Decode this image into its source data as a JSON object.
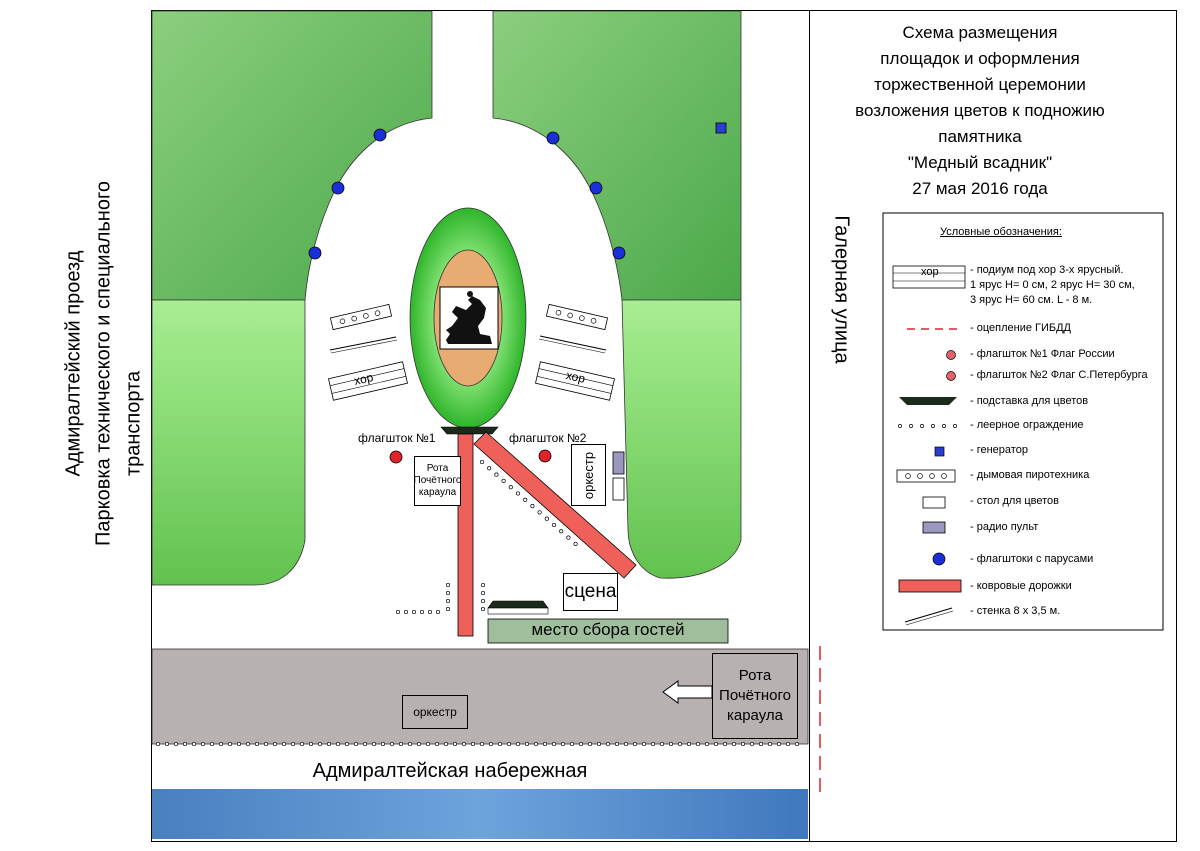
{
  "title": {
    "lines": [
      "Схема размещения",
      "площадок и оформления",
      "торжественной церемонии",
      "возложения цветов к подножию",
      "памятника",
      "\"Медный всадник\"",
      "27 мая 2016 года"
    ]
  },
  "streets": {
    "left_1": "Адмиралтейский проезд",
    "left_2": "Парковка технического и специального",
    "left_3": "транспорта",
    "right": "Галерная улица",
    "bottom": "Адмиралтейская набережная"
  },
  "map": {
    "flagpole_1": "флагшток №1",
    "flagpole_2": "флагшток №2",
    "guard_1": [
      "Рота",
      "Почётного",
      "караула"
    ],
    "orchestra_vertical": "оркестр",
    "choir_left": "хор",
    "choir_right": "хор",
    "stage": "сцена",
    "guests": "место сбора гостей",
    "guard_2": [
      "Рота",
      "Почётного",
      "караула"
    ],
    "orchestra_bottom": "оркестр"
  },
  "legend": {
    "heading": "Условные обозначения:",
    "choir_symbol": "хор",
    "items": [
      "- подиум под хор 3-х ярусный.\n1 ярус H= 0 см, 2 ярус H= 30 см,\n3 ярус H= 60 см. L - 8 м.",
      "- оцепление ГИБДД",
      "- флагшток №1 Флаг России",
      "- флагшток №2 Флаг С.Петербурга",
      "- подставка для цветов",
      "- леерное ограждение",
      "- генератор",
      "- дымовая пиротехника",
      "- стол для цветов",
      "- радио пульт",
      "- флагштоки с парусами",
      "- ковровые дорожки",
      "- стенка 8 х 3,5 м."
    ]
  },
  "colors": {
    "lawn_dark": "#5fb35a",
    "lawn_light": "#8fe07a",
    "road": "#b8b2b2",
    "water": "#4f86c6",
    "carpet": "#f0605a",
    "flag_red": "#e0232b",
    "flag_blue": "#1a30d6",
    "oval_green": "#3fc43a",
    "oval_sand": "#e8ab72",
    "guests_green": "#9fbf9c",
    "console": "#9b98c0"
  }
}
